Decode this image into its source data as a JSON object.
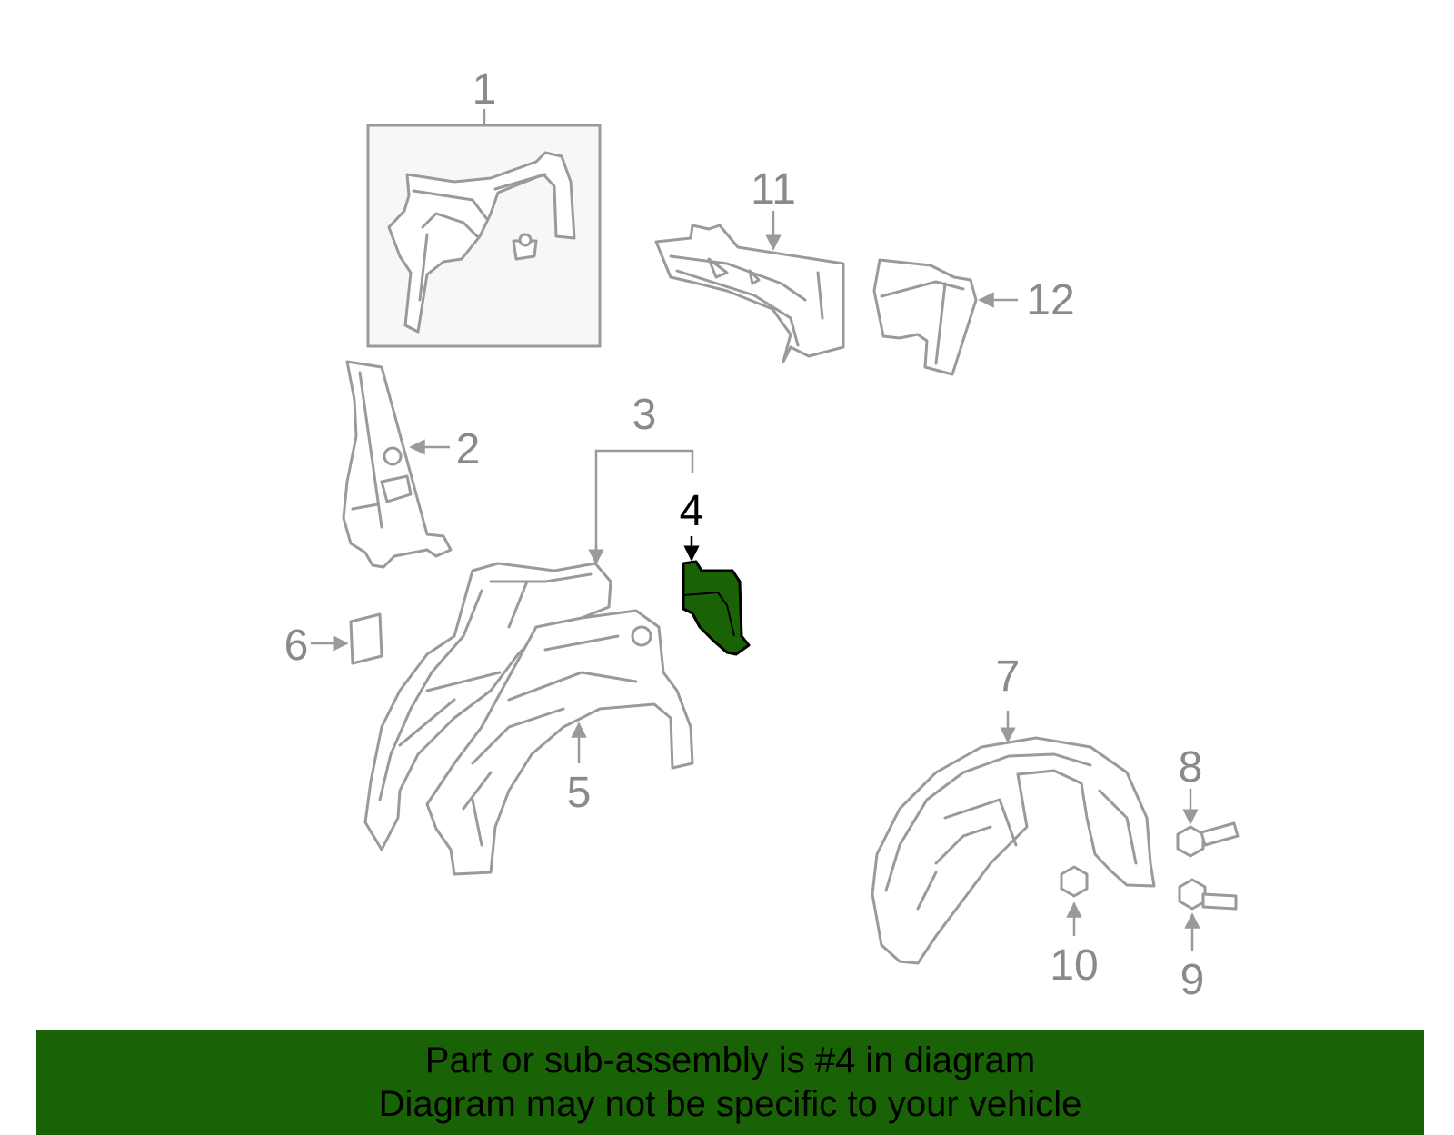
{
  "diagram": {
    "callouts": {
      "c1": "1",
      "c2": "2",
      "c3": "3",
      "c4": "4",
      "c5": "5",
      "c6": "6",
      "c7": "7",
      "c8": "8",
      "c9": "9",
      "c10": "10",
      "c11": "11",
      "c12": "12"
    },
    "highlighted_part": "4",
    "colors": {
      "highlight": "#1a6206",
      "line": "#9a9a9a",
      "box_fill": "#f7f7f7"
    }
  },
  "banner": {
    "line1": "Part or sub-assembly is #4 in diagram",
    "line2": "Diagram may not be specific to your vehicle"
  }
}
